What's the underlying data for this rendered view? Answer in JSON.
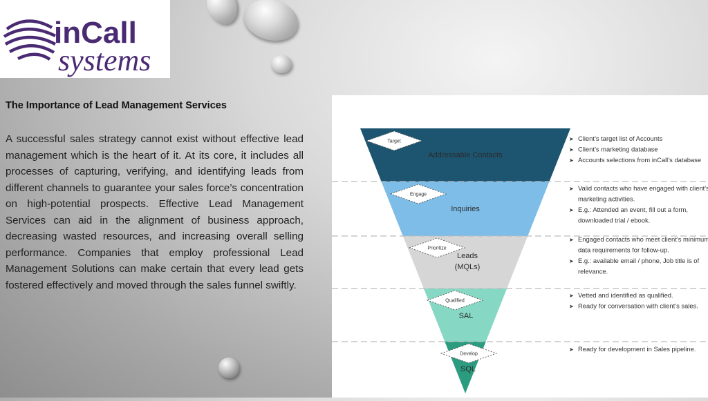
{
  "logo": {
    "line1": "inCall",
    "line2": "systems",
    "color": "#4a2a73"
  },
  "heading": "The Importance of Lead Management Services",
  "paragraph": "A successful sales strategy cannot exist without effective lead management which is the heart of it. At its core, it includes all processes of capturing, verifying, and identifying leads from different channels to guarantee your sales force’s concentration on high-potential prospects. Effective Lead Management Services can aid in the alignment of business approach, decreasing wasted resources, and increasing overall selling performance. Companies that employ professional Lead Management Solutions can make certain that every lead gets fostered effectively and moved through the sales funnel swiftly.",
  "funnel": {
    "stages": [
      {
        "tag": "Target",
        "label": [
          "Addressable Contacts"
        ],
        "color": "#1d5570",
        "bullets": [
          [
            "Client’s target list of Accounts"
          ],
          [
            "Client’s marketing database"
          ],
          [
            "Accounts selections from inCall’s database"
          ]
        ]
      },
      {
        "tag": "Engage",
        "label": [
          "Inquiries"
        ],
        "color": "#7dbde8",
        "bullets": [
          [
            "Valid contacts who have engaged with client’s",
            "marketing activities."
          ],
          [
            "E.g.: Attended an event, fill out a form,",
            "downloaded trial / ebook."
          ]
        ]
      },
      {
        "tag": "Prioritize",
        "label": [
          "Leads",
          "(MQLs)"
        ],
        "color": "#d6d6d6",
        "bullets": [
          [
            "Engaged contacts who meet client’s minimum",
            "data requirements for follow-up."
          ],
          [
            "E.g.: available email / phone, Job title is of",
            "relevance."
          ]
        ]
      },
      {
        "tag": "Qualified",
        "label": [
          "SAL"
        ],
        "color": "#86d8c4",
        "bullets": [
          [
            "Vetted and identified as qualified."
          ],
          [
            "Ready for conversation with client’s sales."
          ]
        ]
      },
      {
        "tag": "Develop",
        "label": [
          "SQL"
        ],
        "color": "#2c9c80",
        "bullets": [
          [
            "Ready for development in Sales pipeline."
          ]
        ]
      }
    ]
  }
}
